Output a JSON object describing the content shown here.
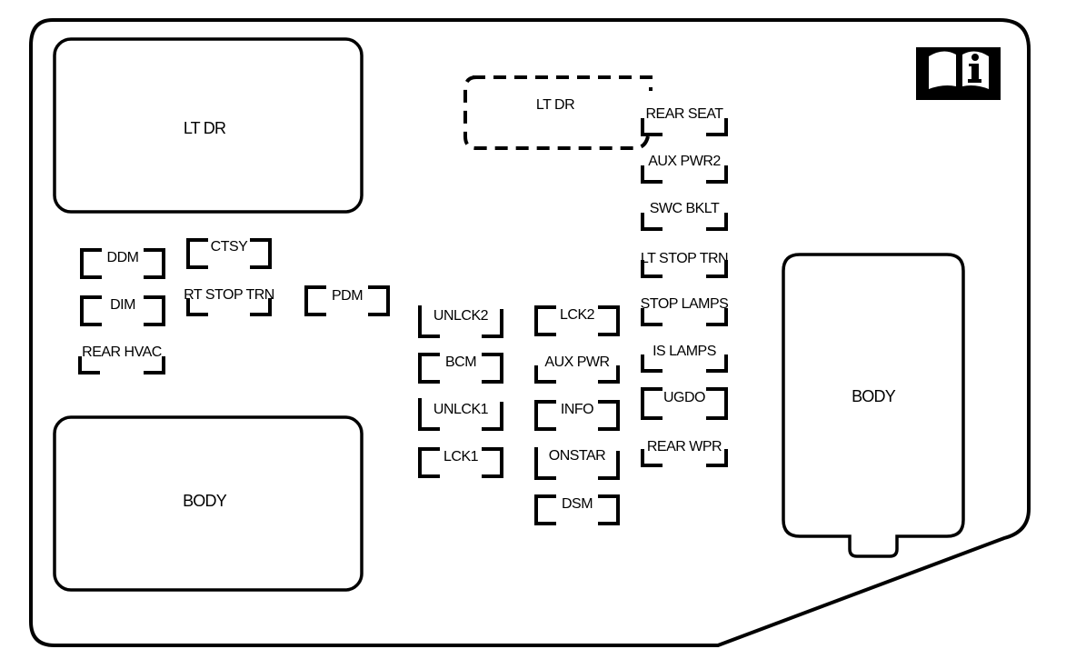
{
  "diagram": {
    "title": "Fuse Block Layout",
    "relays": {
      "lt_dr_top_left": "LT DR",
      "body_bottom_left": "BODY",
      "lt_dr_dashed": "LT DR",
      "body_right": "BODY"
    },
    "fuses": {
      "ddm": "DDM",
      "ctsy": "CTSY",
      "dim": "DIM",
      "rt_stop_trn": "RT STOP TRN",
      "pdm": "PDM",
      "rear_hvac": "REAR HVAC",
      "unlck2": "UNLCK2",
      "bcm": "BCM",
      "unlck1": "UNLCK1",
      "lck1": "LCK1",
      "lck2": "LCK2",
      "aux_pwr": "AUX PWR",
      "info": "INFO",
      "onstar": "ONSTAR",
      "dsm": "DSM",
      "rear_seat": "REAR SEAT",
      "aux_pwr2": "AUX PWR2",
      "swc_bklt": "SWC BKLT",
      "lt_stop_trn": "LT STOP TRN",
      "stop_lamps": "STOP LAMPS",
      "is_lamps": "IS LAMPS",
      "ugdo": "UGDO",
      "rear_wpr": "REAR WPR"
    },
    "icons": {
      "manual": "owner-manual-info-icon"
    },
    "colors": {
      "stroke": "#000000",
      "background": "#ffffff"
    }
  }
}
